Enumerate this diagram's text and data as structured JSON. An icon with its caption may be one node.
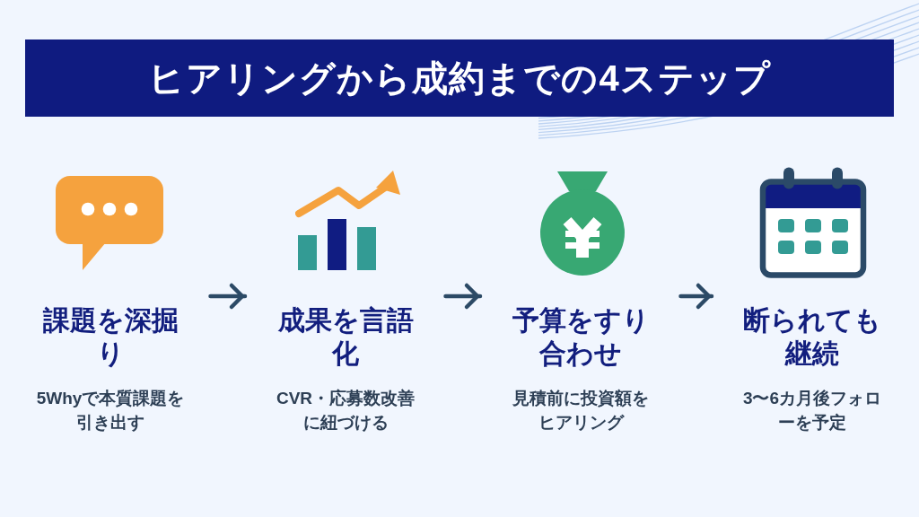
{
  "diagram": {
    "title": "ヒアリングから成約までの4ステップ",
    "nodes": [
      {
        "text": [
          "課題を深掘り",
          "5Whyで本質課題を引き出す"
        ]
      },
      {
        "text": [
          "成果を言語化",
          "CVR・応募数改善に紐づける"
        ]
      },
      {
        "text": [
          "予算をすり合わせ",
          "見積前に投資額をヒアリング"
        ]
      },
      {
        "text": [
          "断られても継続",
          "3〜6カ月後フォローを予定"
        ]
      }
    ],
    "edges": [
      {
        "from": 0,
        "to": 1,
        "arrow": "to"
      },
      {
        "from": 1,
        "to": 2,
        "arrow": "to"
      },
      {
        "from": 2,
        "to": 3,
        "arrow": "to"
      }
    ]
  }
}
